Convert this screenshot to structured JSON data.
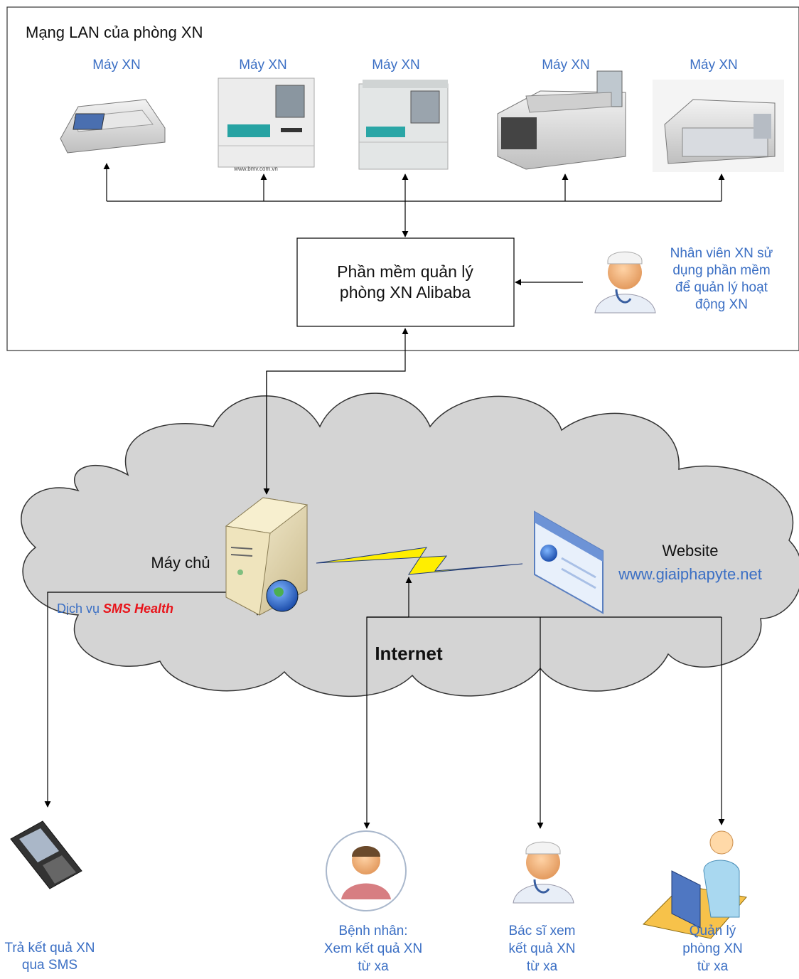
{
  "lan": {
    "title": "Mạng LAN của phòng XN"
  },
  "machines": [
    {
      "label": "Máy XN"
    },
    {
      "label": "Máy XN",
      "caption": "www.bmv.com.vn"
    },
    {
      "label": "Máy XN"
    },
    {
      "label": "Máy XN"
    },
    {
      "label": "Máy XN"
    }
  ],
  "software": {
    "line1": "Phần mềm quản lý",
    "line2": "phòng XN Alibaba"
  },
  "staff": {
    "text": "Nhân viên XN sử\ndụng phần mềm\nđể quản lý hoạt\nđộng XN"
  },
  "cloud": {
    "label": "Internet"
  },
  "server": {
    "label": "Máy chủ"
  },
  "website": {
    "label": "Website",
    "url": "www.giaiphapyte.net"
  },
  "sms": {
    "prefix": "Dịch vụ ",
    "brand": "SMS Health",
    "result": "Trả kết quả XN\nqua SMS"
  },
  "users": [
    {
      "text": "Bệnh nhân:\nXem kết quả XN\ntừ xa"
    },
    {
      "text": "Bác sĩ xem\nkết quả XN\ntừ xa"
    },
    {
      "text": "Quản lý\nphòng XN\ntừ xa"
    }
  ],
  "colors": {
    "label_blue": "#3b6fc4",
    "sms_red": "#e8141b",
    "cloud_fill": "#d4d4d4"
  }
}
